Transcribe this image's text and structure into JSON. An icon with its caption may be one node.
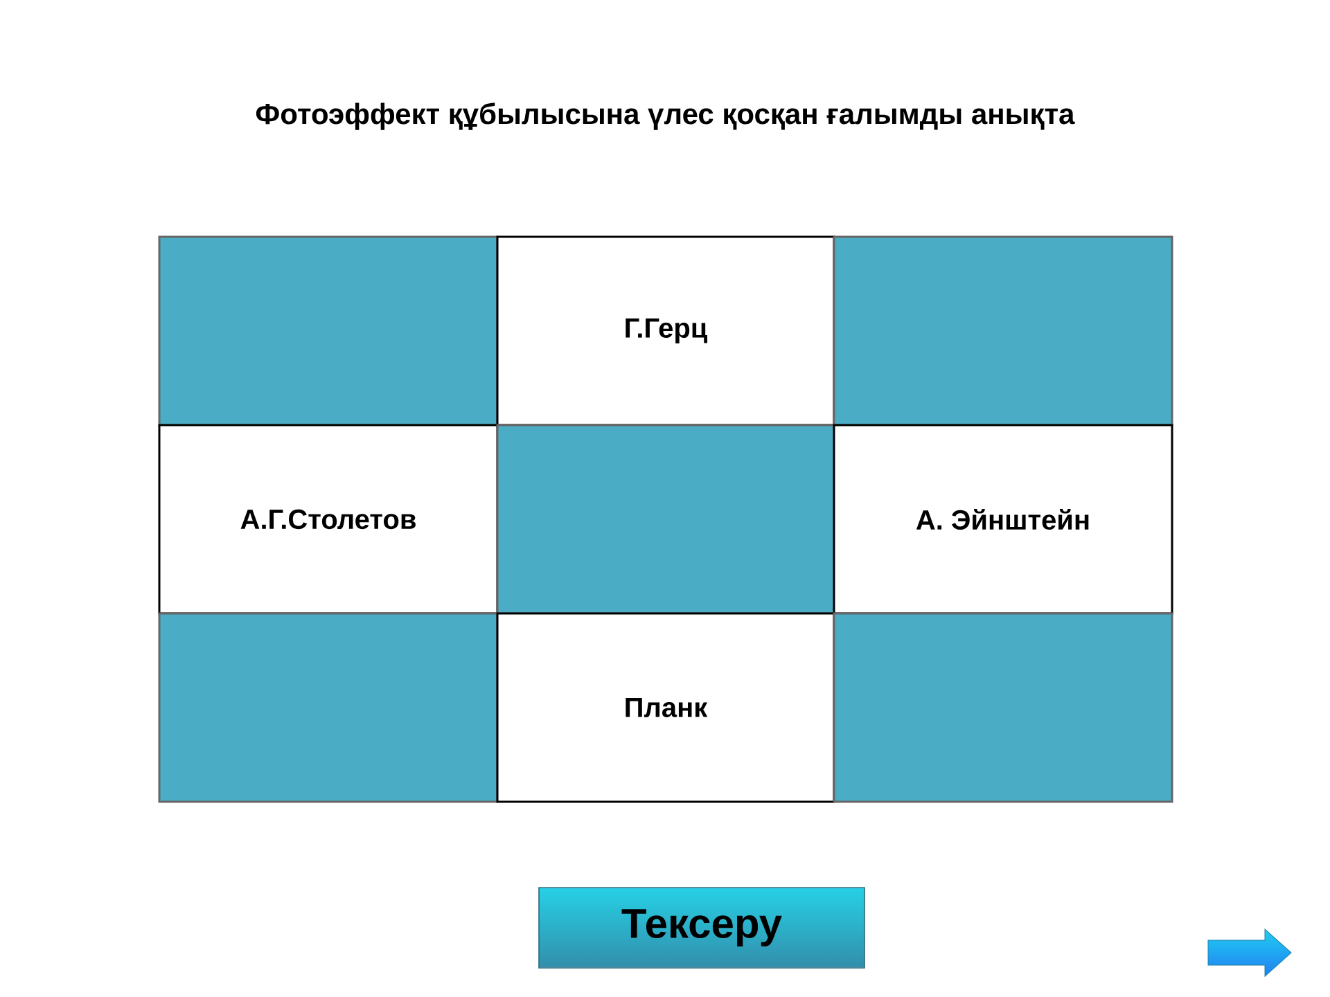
{
  "diagram": {
    "title": "Фотоэффект құбылысына үлес қосқан ғалымды анықта",
    "nodes": [
      {
        "text": [],
        "shape": "box"
      },
      {
        "text": [
          "Г.Герц"
        ]
      },
      {
        "text": [],
        "shape": "box"
      },
      {
        "text": [
          "А.Г.Столетов"
        ]
      },
      {
        "text": [],
        "shape": "box"
      },
      {
        "text": [
          "А. Эйнштейн"
        ]
      },
      {
        "text": [],
        "shape": "box"
      },
      {
        "text": [
          "Планк"
        ]
      },
      {
        "text": [],
        "shape": "box"
      },
      {
        "text": [
          "Тексеру"
        ]
      }
    ]
  }
}
